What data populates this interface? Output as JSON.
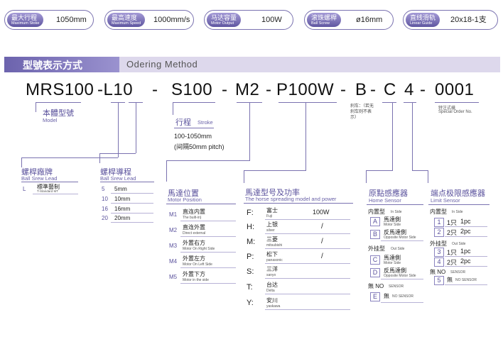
{
  "specs": [
    {
      "cn": "最大行程",
      "en": "Maximum Stoke",
      "value": "1050mm"
    },
    {
      "cn": "最高速度",
      "en": "Maximum Speed",
      "value": "1000mm/s"
    },
    {
      "cn": "马达容量",
      "en": "Motor Output",
      "value": "100W"
    },
    {
      "cn": "滚珠螺桿",
      "en": "Ball Screw",
      "value": "ø16mm"
    },
    {
      "cn": "直线滑轨",
      "en": "Linear Guide",
      "value": "20x18-1支"
    }
  ],
  "ordering": {
    "title_cn": "型號表示方式",
    "title_en": "Odering Method"
  },
  "code": {
    "parts": [
      "MRS100",
      "-L10",
      "-",
      "S100",
      "-",
      "M2",
      "-",
      "P100W",
      "-",
      "B",
      "-",
      "C",
      "4",
      "-",
      "0001"
    ]
  },
  "model": {
    "cn": "本體型號",
    "en": "Model"
  },
  "stroke": {
    "cn": "行程",
    "en": "Stroke",
    "range": "100-1050mm",
    "pitch": "(间隔50mm pitch)"
  },
  "lead": {
    "cn": "螺桿廠牌",
    "en": "Ball Srew Lead",
    "code": "L",
    "label": "標準藝制",
    "sub": "T-Standard MT"
  },
  "guide": {
    "cn": "螺桿導程",
    "en": "Ball Srew Lead",
    "rows": [
      {
        "code": "5",
        "val": "5mm"
      },
      {
        "code": "10",
        "val": "10mm"
      },
      {
        "code": "16",
        "val": "16mm"
      },
      {
        "code": "20",
        "val": "20mm"
      }
    ]
  },
  "motorpos": {
    "cn": "馬達位置",
    "en": "Motor Position",
    "rows": [
      {
        "code": "M1",
        "cn": "直连内置",
        "en": "The built-in)"
      },
      {
        "code": "M2",
        "cn": "直连外置",
        "en": "Direct external"
      },
      {
        "code": "M3",
        "cn": "外置右方",
        "en": "Motor On Right Side"
      },
      {
        "code": "M4",
        "cn": "外置左方",
        "en": "Motor On Left Side"
      },
      {
        "code": "M5",
        "cn": "外置下方",
        "en": "Motor in the side"
      }
    ]
  },
  "motormodel": {
    "cn": "馬達型号及功率",
    "en": "The horse spreading model and power",
    "rows": [
      {
        "code": "F:",
        "cn": "富士",
        "en": "Fuji",
        "val": "100W"
      },
      {
        "code": "H:",
        "cn": "上银",
        "en": "silver",
        "val": "/"
      },
      {
        "code": "M:",
        "cn": "三菱",
        "en": "mitsubishi",
        "val": "/"
      },
      {
        "code": "P:",
        "cn": "松下",
        "en": "panasonic",
        "val": "/"
      },
      {
        "code": "S:",
        "cn": "三洋",
        "en": "sanyo",
        "val": ""
      },
      {
        "code": "T:",
        "cn": "台达",
        "en": "Delta",
        "val": ""
      },
      {
        "code": "Y:",
        "cn": "安川",
        "en": "yaskawa",
        "val": ""
      }
    ]
  },
  "brake": {
    "note": "刹车：（若无刹车则不表示）"
  },
  "home": {
    "cn": "原點感應器",
    "en": "Home Sensor",
    "inner": "内置型",
    "inner_en": "In Side",
    "outer": "外挂型",
    "outer_en": "Out Side",
    "none": "無 NO",
    "none_en": "SENSOR",
    "rows": [
      {
        "code": "A",
        "cn": "馬達側",
        "en": "Motor Side"
      },
      {
        "code": "B",
        "cn": "反馬達側",
        "en": "Opposite Motor Side"
      },
      {
        "code": "C",
        "cn": "馬達側",
        "en": "Motor Side"
      },
      {
        "code": "D",
        "cn": "反馬達側",
        "en": "Opposite Motor Side"
      },
      {
        "code": "E",
        "cn": "無",
        "en": "NO SENSOR"
      }
    ]
  },
  "limit": {
    "cn": "端点极限感應器",
    "en": "Limit Sensor",
    "inner": "内置型",
    "inner_en": "In Side",
    "outer": "外挂型",
    "outer_en": "Out Side",
    "none": "無 NO",
    "none_en": "SENSOR",
    "rows": [
      {
        "code": "1",
        "cn": "1只",
        "val": "1pc"
      },
      {
        "code": "2",
        "cn": "2只",
        "val": "2pc"
      },
      {
        "code": "3",
        "cn": "1只",
        "val": "1pc"
      },
      {
        "code": "4",
        "cn": "2只",
        "val": "2pc"
      },
      {
        "code": "5",
        "cn": "無",
        "val": "NO SENSOR"
      }
    ]
  },
  "special": {
    "cn": "特注式樣",
    "en": "Special Order No."
  }
}
